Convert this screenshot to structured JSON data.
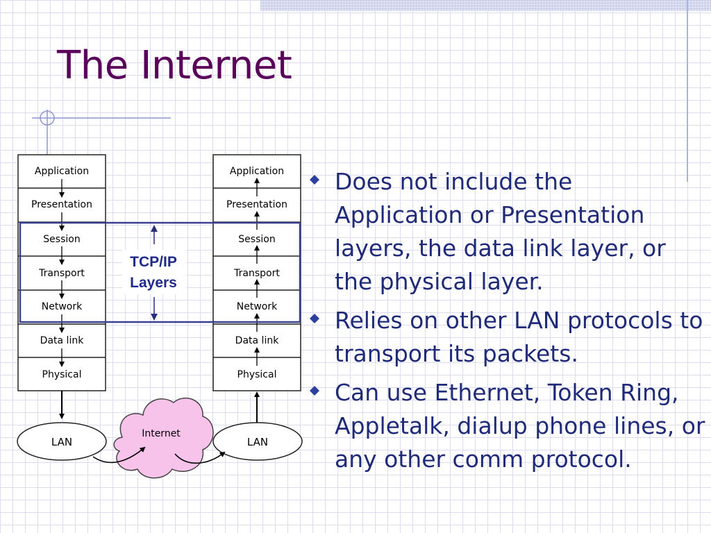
{
  "slide": {
    "title": "The Internet"
  },
  "diagram": {
    "left_stack": [
      "Application",
      "Presentation",
      "Session",
      "Transport",
      "Network",
      "Data link",
      "Physical"
    ],
    "right_stack": [
      "Application",
      "Presentation",
      "Session",
      "Transport",
      "Network",
      "Data link",
      "Physical"
    ],
    "tcpip_label_line1": "TCP/IP",
    "tcpip_label_line2": "Layers",
    "left_lan": "LAN",
    "right_lan": "LAN",
    "cloud_label": "Internet"
  },
  "bullets": [
    "Does not include the Application or Presentation layers, the data link layer, or the physical layer.",
    "Relies on other LAN protocols to transport its packets.",
    "Can use Ethernet, Token Ring, Appletalk, dialup phone lines, or any other comm protocol."
  ],
  "colors": {
    "title": "#5a005a",
    "body_text": "#1f2a78",
    "tcpip_box": "#3a3f8f",
    "cloud_fill": "#f7c3ea",
    "bullet": "#2d3fa0"
  }
}
